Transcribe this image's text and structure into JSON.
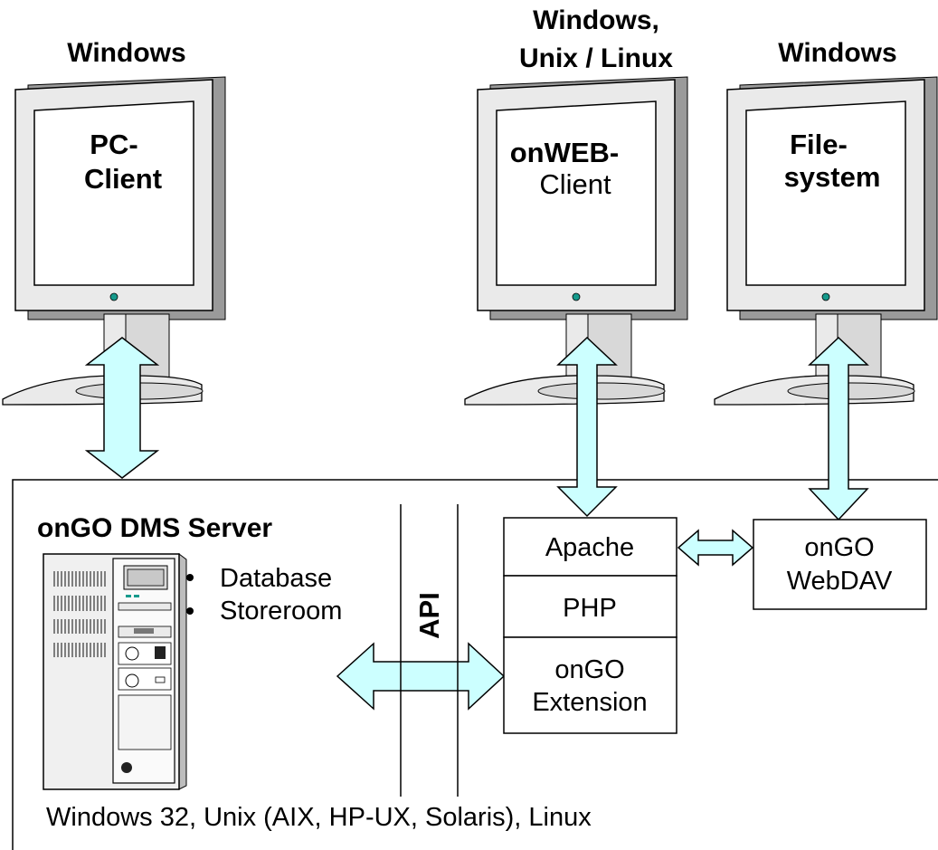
{
  "clients": [
    {
      "os_label": "Windows",
      "screen_line1": "PC-",
      "screen_line2": "Client"
    },
    {
      "os_label_line1": "Windows,",
      "os_label_line2": "Unix / Linux",
      "screen_line1": "onWEB-",
      "screen_line2": "Client"
    },
    {
      "os_label": "Windows",
      "screen_line1": "File-",
      "screen_line2": "system"
    }
  ],
  "server": {
    "title": "onGO DMS Server",
    "bullets": [
      "Database",
      "Storeroom"
    ]
  },
  "api_label": "API",
  "stack": {
    "apache": "Apache",
    "php": "PHP",
    "extension_line1": "onGO",
    "extension_line2": "Extension"
  },
  "webdav": {
    "line1": "onGO",
    "line2": "WebDAV"
  },
  "platforms_footer": "Windows 32, Unix (AIX, HP-UX, Solaris), Linux",
  "colors": {
    "arrow_fill": "#ccffff",
    "monitor_fill": "#eaeaea",
    "monitor_shadow": "#9a9a9a",
    "led": "#169a8c"
  }
}
